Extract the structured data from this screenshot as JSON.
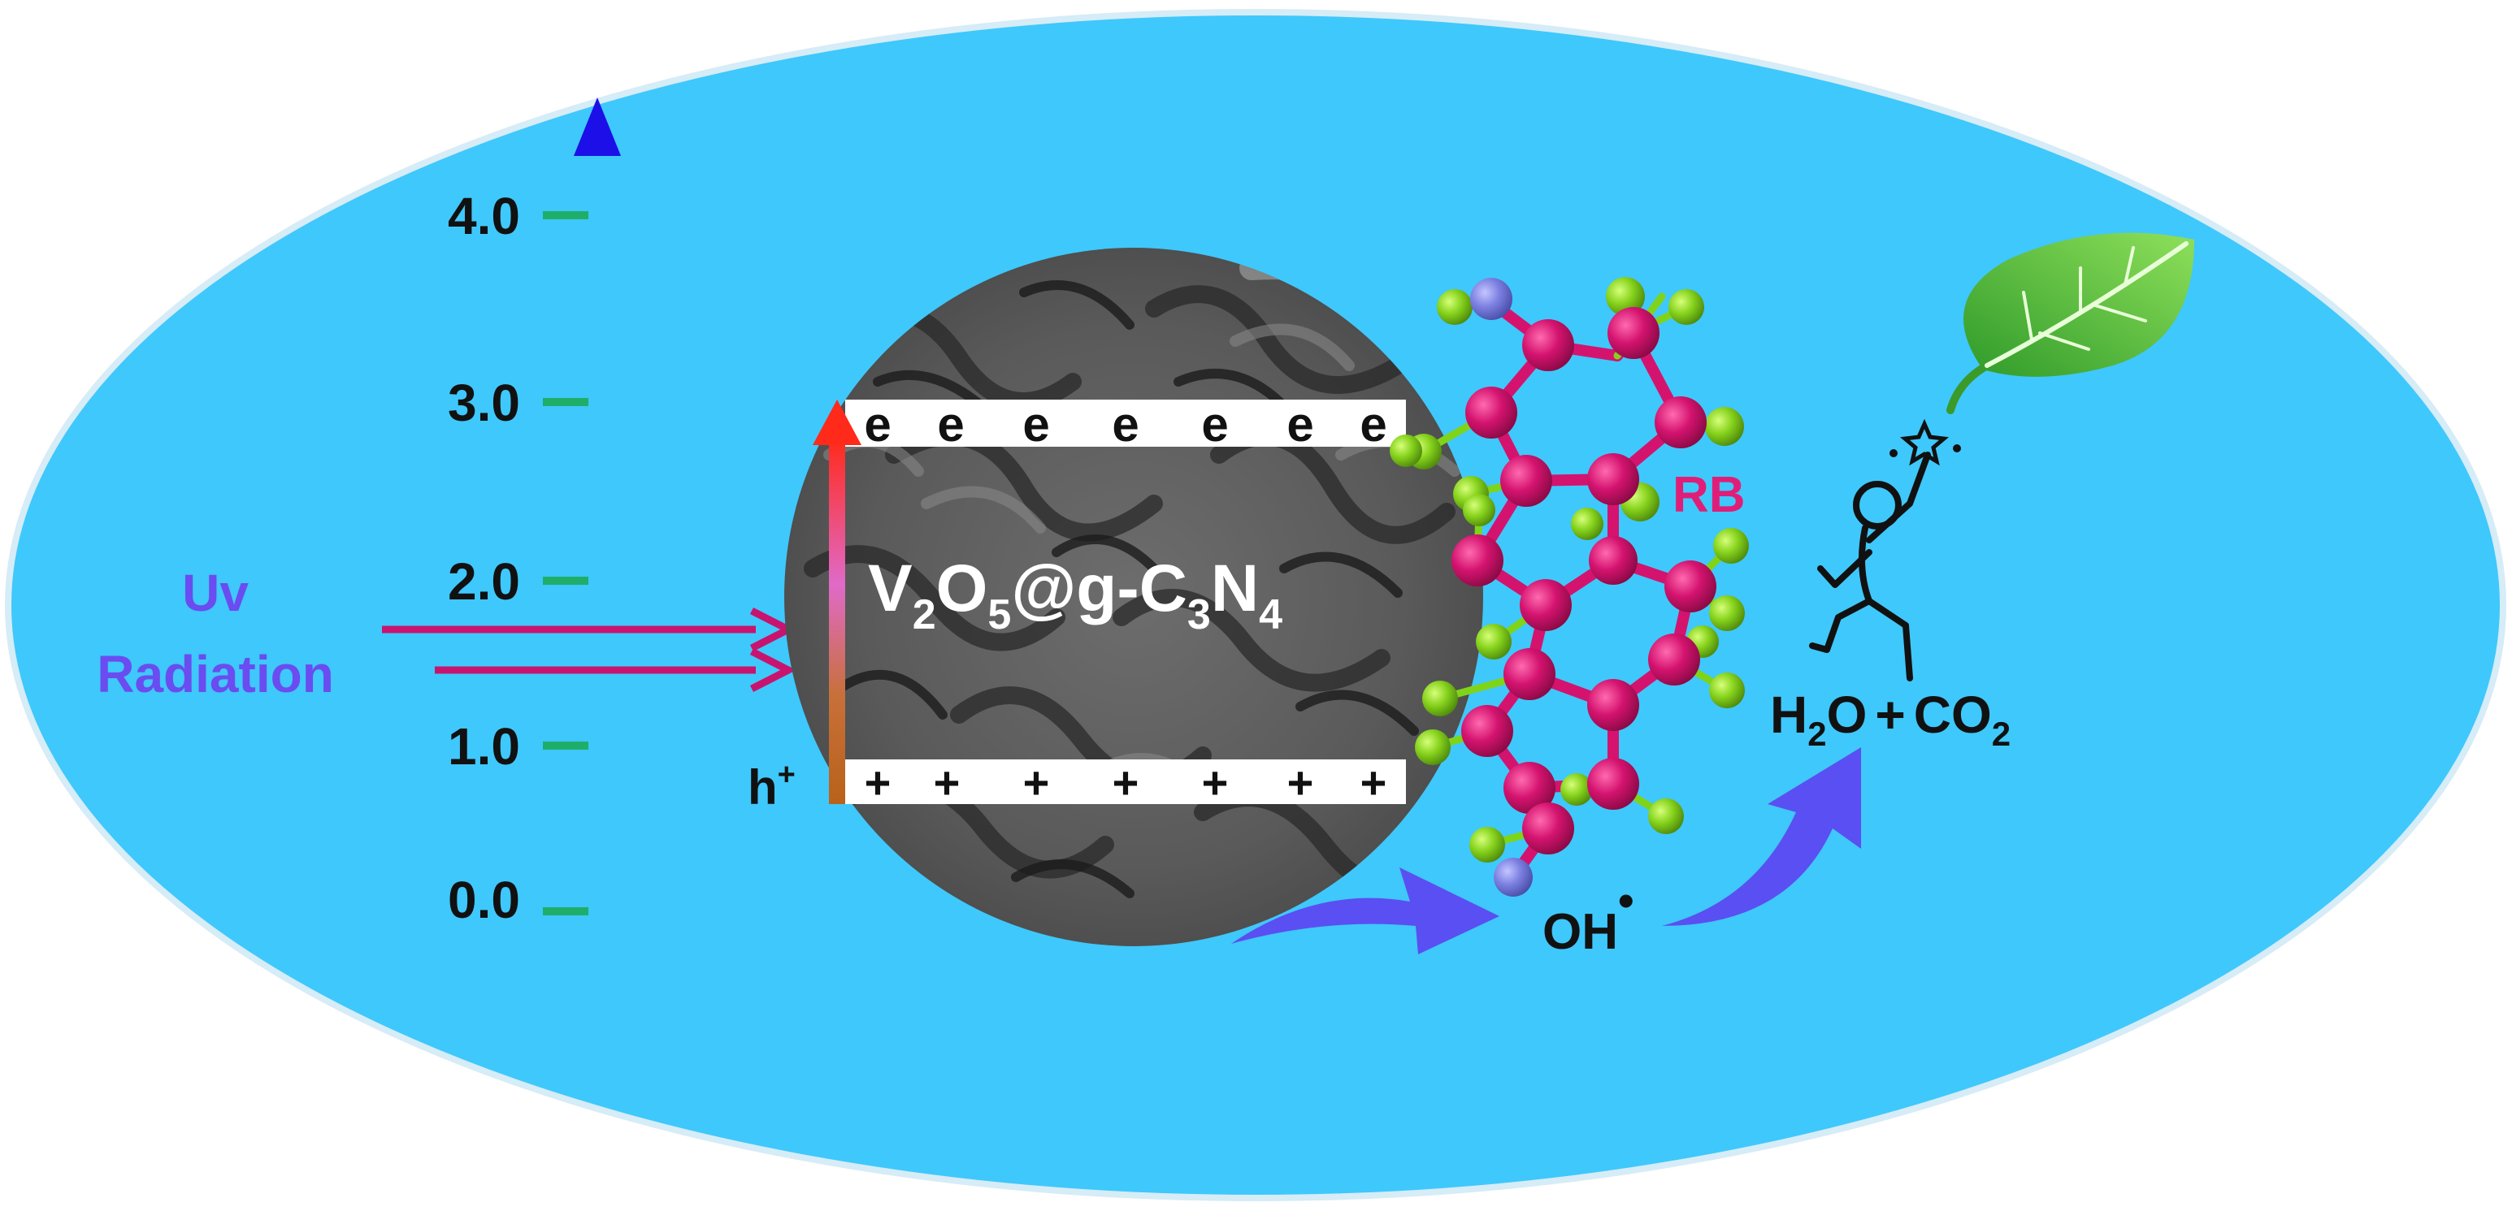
{
  "energy_axis": {
    "ticks": [
      "4.0",
      "3.0",
      "2.0",
      "1.0",
      "0.0"
    ],
    "colors": {
      "top": "#1c0fe8",
      "middle": "#9a9ab8",
      "bottom": "#7a12ff",
      "tick": "#1fae6a"
    }
  },
  "radiation": {
    "line1": "Uv",
    "line2": "Radiation",
    "color": "#6a4cf0",
    "arrow_color": "#c8146e"
  },
  "catalyst": {
    "label_main": [
      "V",
      "O",
      "@g-C",
      "N"
    ],
    "label_subs": [
      "2",
      "5",
      "3",
      "4"
    ],
    "electron_symbol": "e",
    "electron_count": 7,
    "hole_symbol": "+",
    "hole_count": 7,
    "hole_label": "h",
    "hole_label_sup": "+"
  },
  "dye": {
    "label": "RB",
    "color": "#e01e78",
    "atom_color": "#d4136f",
    "h_color": "#7fd41a",
    "n_color": "#7b7fe0"
  },
  "products": {
    "radical": "OH",
    "radical_dot": "•",
    "water_main": "H",
    "water_sub": "2",
    "water_rest": "O",
    "plus": "+",
    "co2_main": "CO",
    "co2_sub": "2"
  },
  "colors": {
    "background": "#3fc8fb",
    "ellipse_border": "#cfe8f5",
    "flow_arrow": "#5a4ff2",
    "leaf": "#4cb53a"
  },
  "icons": [
    "leaf-icon",
    "celebrating-person-icon",
    "stars-icon"
  ]
}
